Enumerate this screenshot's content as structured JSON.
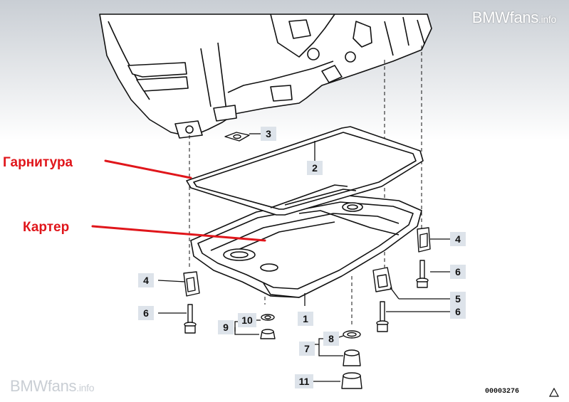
{
  "brand": {
    "top_main": "BMWfans",
    "top_suffix": ".info",
    "bottom_main": "BMWfans",
    "bottom_suffix": ".info"
  },
  "annotations": {
    "gasket": "Гарнитура",
    "pan": "Картер"
  },
  "callouts": {
    "c1": "1",
    "c2": "2",
    "c3": "3",
    "c4a": "4",
    "c4b": "4",
    "c5": "5",
    "c6a": "6",
    "c6b": "6",
    "c6c": "6",
    "c7": "7",
    "c8": "8",
    "c9": "9",
    "c10": "10",
    "c11": "11"
  },
  "footer": {
    "part_number": "00003276"
  },
  "colors": {
    "annotation": "#e0161b",
    "line": "#111111",
    "callout_bg": "#dde3ea"
  }
}
